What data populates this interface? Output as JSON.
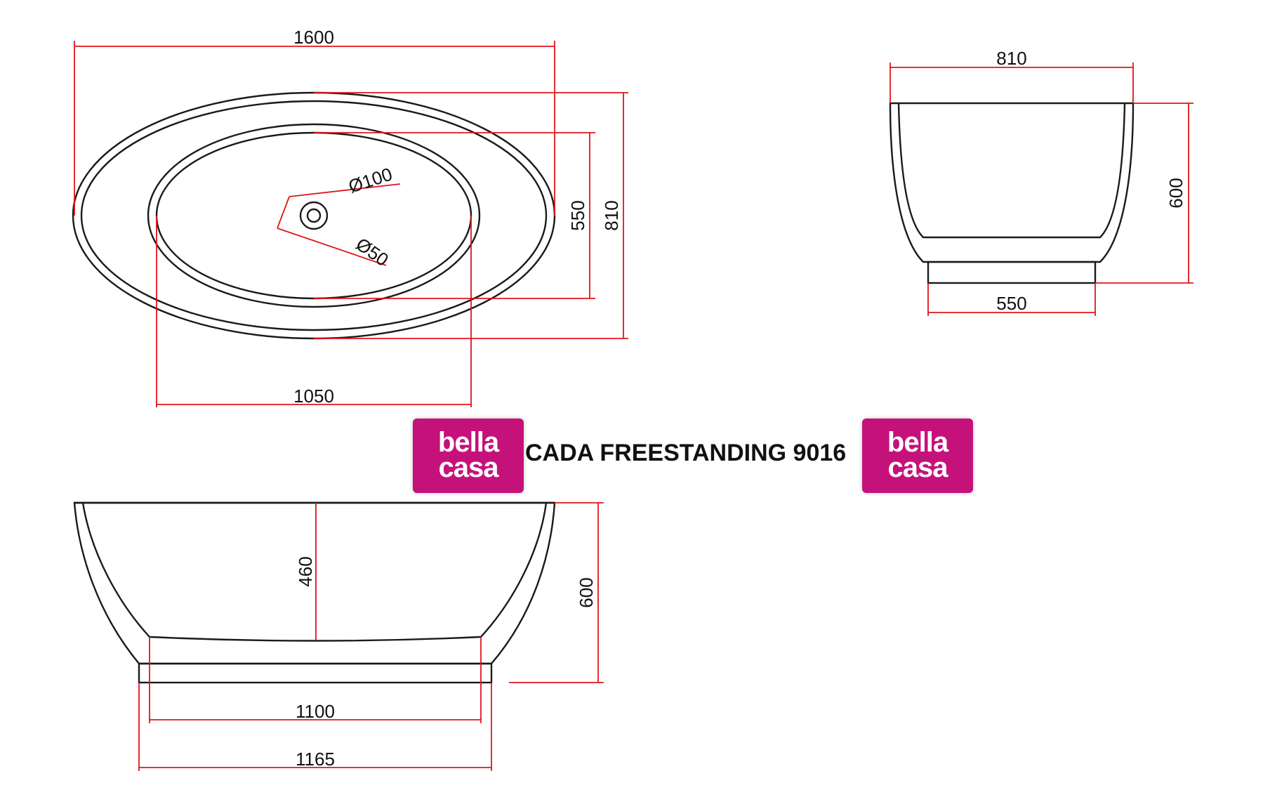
{
  "title": "CADA FREESTANDING 9016",
  "logo": {
    "line1": "bella",
    "line2": "casa"
  },
  "top_view": {
    "overall_length": "1600",
    "overall_width": "810",
    "inner_width": "550",
    "inner_length": "1050",
    "drain_outer": "Ø100",
    "drain_inner": "Ø50"
  },
  "end_view": {
    "top_width": "810",
    "height": "600",
    "base_width": "550"
  },
  "side_view": {
    "inner_depth": "460",
    "height": "600",
    "bottom_inner": "1100",
    "base_length": "1165"
  },
  "colors": {
    "dimension": "#e0141b",
    "outline": "#1a1a1a",
    "brand": "#c4127a"
  }
}
